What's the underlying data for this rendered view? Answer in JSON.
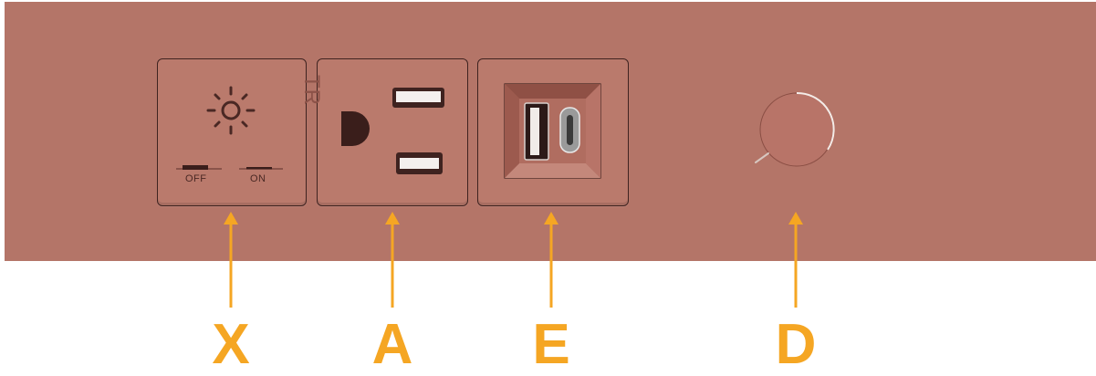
{
  "switch": {
    "off_label": "OFF",
    "on_label": "ON",
    "icon": "sun-icon"
  },
  "outlet": {
    "tr_label": "TR"
  },
  "usb": {
    "ports": [
      "usb-a-port-icon",
      "usb-c-port-icon"
    ]
  },
  "knob": {
    "icon": "dimmer-knob-icon"
  },
  "callouts": {
    "x": "X",
    "a": "A",
    "e": "E",
    "d": "D"
  },
  "colors": {
    "panel": "#b47568",
    "module": "#ba7a6c",
    "border": "#3f2320",
    "accent": "#f5a623"
  }
}
